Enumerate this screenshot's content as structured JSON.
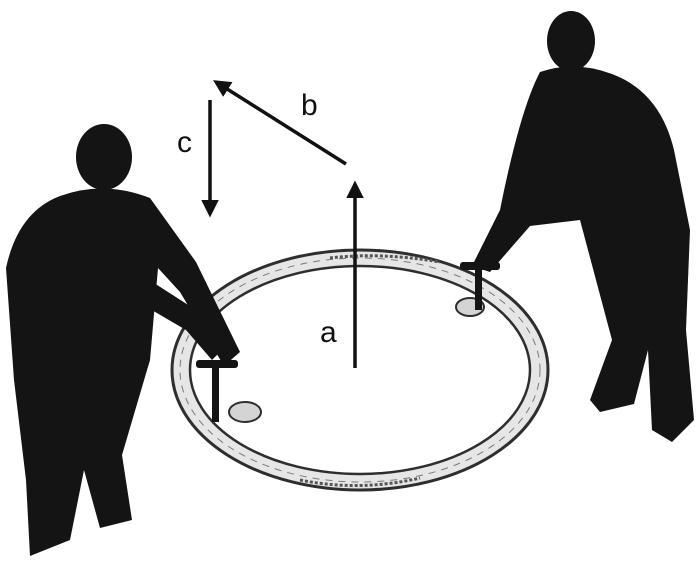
{
  "labels": {
    "a": "a",
    "b": "b",
    "c": "c"
  },
  "icons": {
    "left_person": "person-silhouette-icon",
    "right_person": "person-silhouette-icon",
    "lifting_key": "lifting-key-icon",
    "manhole_frame": "manhole-ring-frame-icon"
  },
  "colors": {
    "silhouette": "#141414",
    "ring_fill": "#e9e9e9",
    "ring_stroke": "#3a3a3a",
    "arrow": "#111111"
  }
}
